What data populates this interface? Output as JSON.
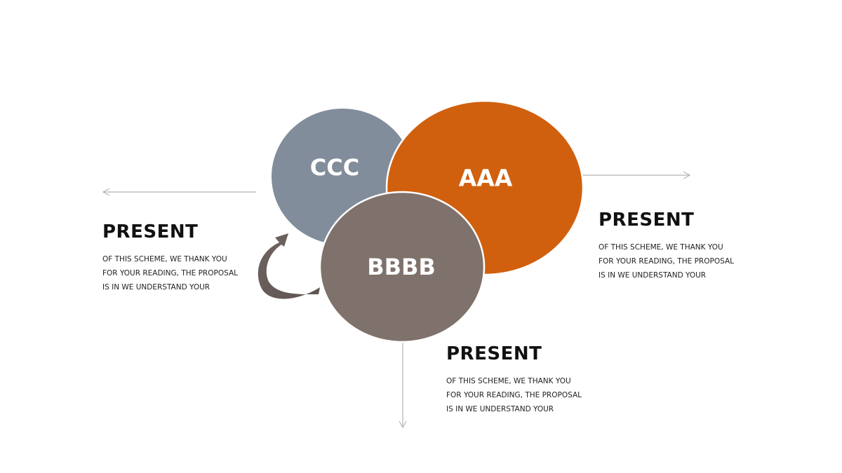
{
  "diagram": {
    "circles": [
      {
        "label": "CCC",
        "color": "#818d9b"
      },
      {
        "label": "AAA",
        "color": "#d0600e"
      },
      {
        "label": "BBBB",
        "color": "#7f716b"
      }
    ],
    "curved_arrow_color": "#746864",
    "connector_line_color": "#b5b5b5"
  },
  "blocks": {
    "left": {
      "title": "PRESENT",
      "lines": [
        "OF THIS SCHEME, WE THANK YOU",
        "FOR YOUR READING, THE PROPOSAL",
        "IS IN WE UNDERSTAND YOUR"
      ]
    },
    "right": {
      "title": "PRESENT",
      "lines": [
        "OF THIS SCHEME, WE THANK YOU",
        "FOR YOUR READING, THE PROPOSAL",
        "IS IN WE UNDERSTAND YOUR"
      ]
    },
    "bottom": {
      "title": "PRESENT",
      "lines": [
        "OF THIS SCHEME, WE THANK YOU",
        "FOR YOUR READING, THE PROPOSAL",
        "IS IN WE UNDERSTAND YOUR"
      ]
    }
  }
}
